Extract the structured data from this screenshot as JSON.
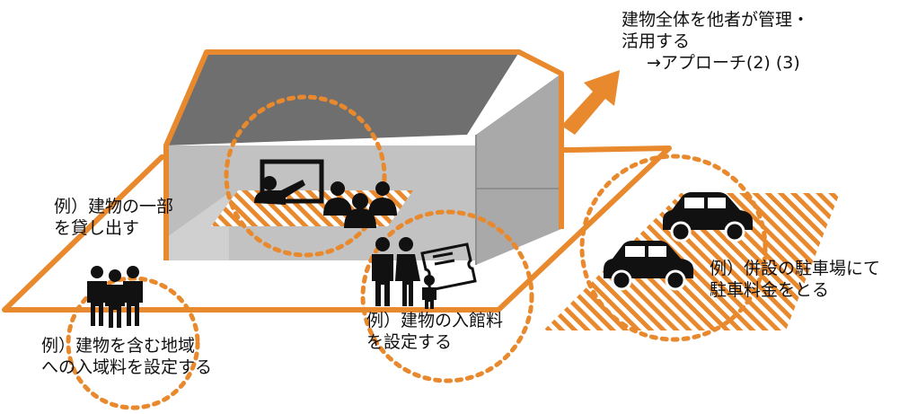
{
  "colors": {
    "orange": "#E8892E",
    "roof": "#6F6F6F",
    "wall": "#BDBDBD",
    "wall_dark": "#A9A9A9",
    "icon": "#111111"
  },
  "labels": {
    "whole_building": {
      "line1": "建物全体を他者が管理・",
      "line2": "活用する",
      "line3": "→アプローチ(2) (3)"
    },
    "rent_part": {
      "line1": "例）建物の一部",
      "line2": "を貸し出す"
    },
    "area_fee": {
      "line1": "例）建物を含む地域",
      "line2": "への入域料を設定する"
    },
    "admission_fee": {
      "line1": "例）建物の入館料",
      "line2": "を設定する"
    },
    "parking_fee": {
      "line1": "例）併設の駐車場にて",
      "line2": "駐車料金をとる"
    }
  },
  "icons": [
    "presentation-icon",
    "audience-icon",
    "people-group-icon",
    "family-icon",
    "ticket-icon",
    "car-icon"
  ]
}
